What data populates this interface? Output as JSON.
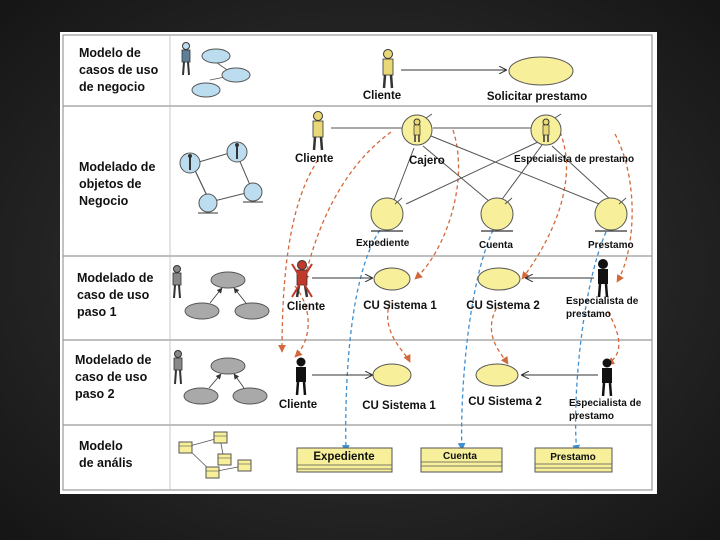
{
  "rows": [
    {
      "label_lines": [
        "Modelo de",
        "casos de uso",
        "de negocio"
      ]
    },
    {
      "label_lines": [
        "Modelado de",
        "objetos de",
        "Negocio"
      ]
    },
    {
      "label_lines": [
        "Modelado de",
        "caso de uso",
        "paso 1"
      ]
    },
    {
      "label_lines": [
        "Modelado de",
        "caso de uso",
        "paso 2"
      ]
    },
    {
      "label_lines": [
        "Modelo",
        "de anális"
      ]
    }
  ],
  "row1": {
    "actor": "Cliente",
    "usecase": "Solicitar prestamo"
  },
  "row2": {
    "actor": "Cliente",
    "worker1": "Cajero",
    "worker2": "Especialista de prestamo",
    "entities": [
      "Expediente",
      "Cuenta",
      "Prestamo"
    ]
  },
  "row3": {
    "actor_left": "Cliente",
    "usecase1": "CU Sistema 1",
    "usecase2": "CU Sistema 2",
    "actor_right_lines": [
      "Especialista de",
      "prestamo"
    ]
  },
  "row4": {
    "actor_left": "Cliente",
    "usecase1": "CU Sistema 1",
    "usecase2": "CU Sistema 2",
    "actor_right_lines": [
      "Especialista de",
      "prestamo"
    ]
  },
  "row5": {
    "classes": [
      "Expediente",
      "Cuenta",
      "Prestamo"
    ]
  },
  "colors": {
    "usecase_fill": "#f7ef9a",
    "icon_fill": "#bcdcf0",
    "grey_fill": "#a9a9a9",
    "orange_dash": "#d2693c",
    "blue_dash": "#3f8fd0",
    "actor_yellow": "#e8d878",
    "actor_red": "#c0392b"
  }
}
